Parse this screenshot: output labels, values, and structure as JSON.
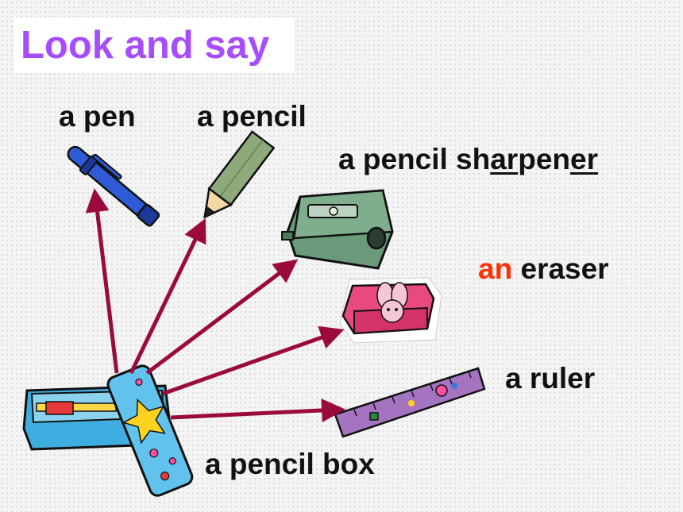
{
  "title": "Look and say",
  "labels": {
    "pen": "a pen",
    "pencil": "a pencil",
    "sharpener_pre": "a pencil sh",
    "sharpener_ar": "ar",
    "sharpener_mid": "pen",
    "sharpener_er": "er",
    "eraser_article": "an",
    "eraser_word": " eraser",
    "ruler": "a ruler",
    "pencil_box": "a pencil box"
  },
  "colors": {
    "title": "#a64dff",
    "arrow": "#9b0a3c",
    "article_highlight": "#ff3300"
  }
}
